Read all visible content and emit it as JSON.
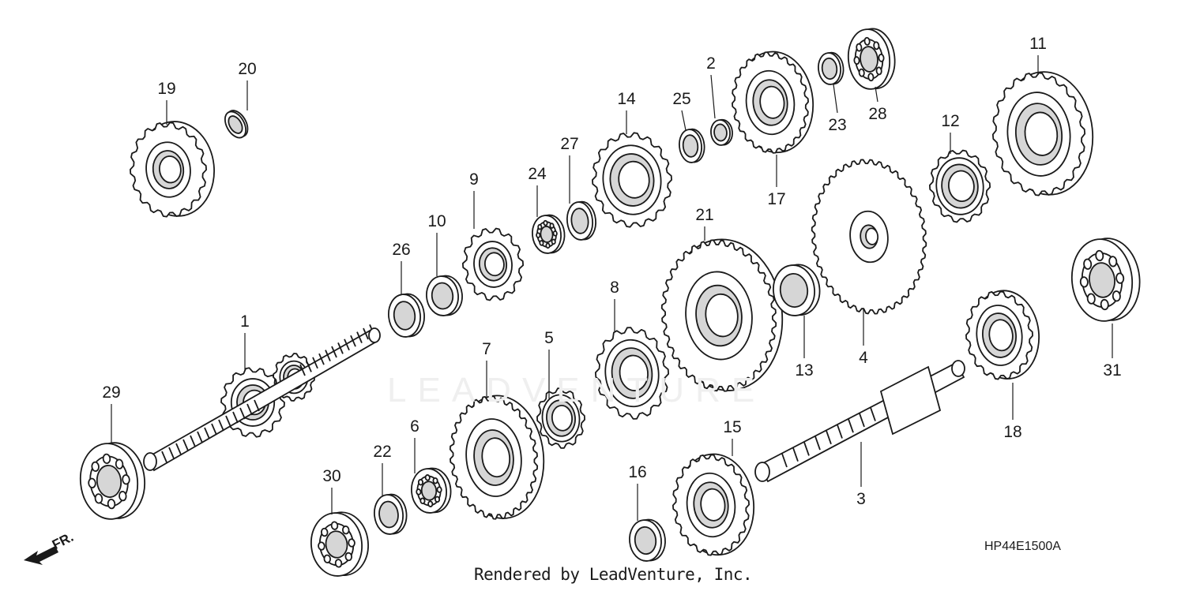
{
  "diagram": {
    "code": "HP44E1500A",
    "credit": "Rendered by LeadVenture, Inc.",
    "front_label": "FR.",
    "watermark": "LEADVENTURE"
  },
  "callouts": {
    "c1": "1",
    "c2": "2",
    "c3": "3",
    "c4": "4",
    "c5": "5",
    "c6": "6",
    "c7": "7",
    "c8": "8",
    "c9": "9",
    "c10": "10",
    "c11": "11",
    "c12": "12",
    "c13": "13",
    "c14": "14",
    "c15": "15",
    "c16": "16",
    "c17": "17",
    "c18": "18",
    "c19": "19",
    "c20": "20",
    "c21": "21",
    "c22": "22",
    "c23": "23",
    "c24": "24",
    "c25": "25",
    "c26": "26",
    "c27": "27",
    "c28": "28",
    "c29": "29",
    "c30": "30",
    "c31": "31"
  },
  "colors": {
    "line": "#1a1a1a",
    "shade": "#d6d6d6",
    "watermark": "#efefef"
  }
}
